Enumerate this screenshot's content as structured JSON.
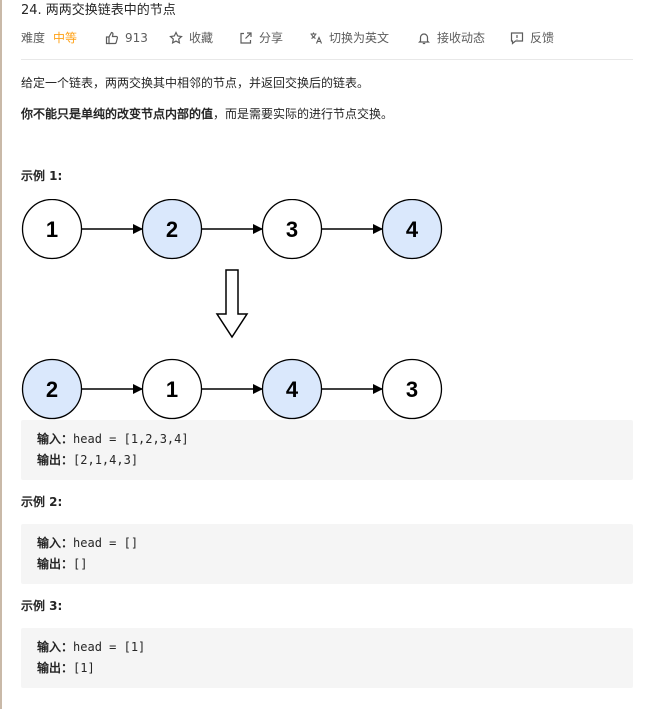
{
  "problem": {
    "title": "24. 两两交换链表中的节点",
    "difficulty_label": "难度",
    "difficulty": "中等",
    "likes": "913",
    "favorite_label": "收藏",
    "share_label": "分享",
    "translate_label": "切换为英文",
    "subscribe_label": "接收动态",
    "feedback_label": "反馈"
  },
  "description": {
    "p1": "给定一个链表，两两交换其中相邻的节点，并返回交换后的链表。",
    "p2_bold": "你不能只是单纯的改变节点内部的值",
    "p2_rest": "，而是需要实际的进行节点交换。"
  },
  "examples": [
    {
      "heading": "示例 1:",
      "input_label": "输入：",
      "input": "head = [1,2,3,4]",
      "output_label": "输出：",
      "output": "[2,1,4,3]"
    },
    {
      "heading": "示例 2:",
      "input_label": "输入：",
      "input": "head = []",
      "output_label": "输出：",
      "output": "[]"
    },
    {
      "heading": "示例 3:",
      "input_label": "输入：",
      "input": "head = [1]",
      "output_label": "输出：",
      "output": "[1]"
    }
  ],
  "diagram": {
    "before": [
      "1",
      "2",
      "3",
      "4"
    ],
    "after": [
      "2",
      "1",
      "4",
      "3"
    ],
    "highlight_fill": "#dae8fc",
    "plain_fill": "#ffffff"
  },
  "colors": {
    "difficulty": "#ffa116",
    "code_bg": "#f5f5f5"
  }
}
